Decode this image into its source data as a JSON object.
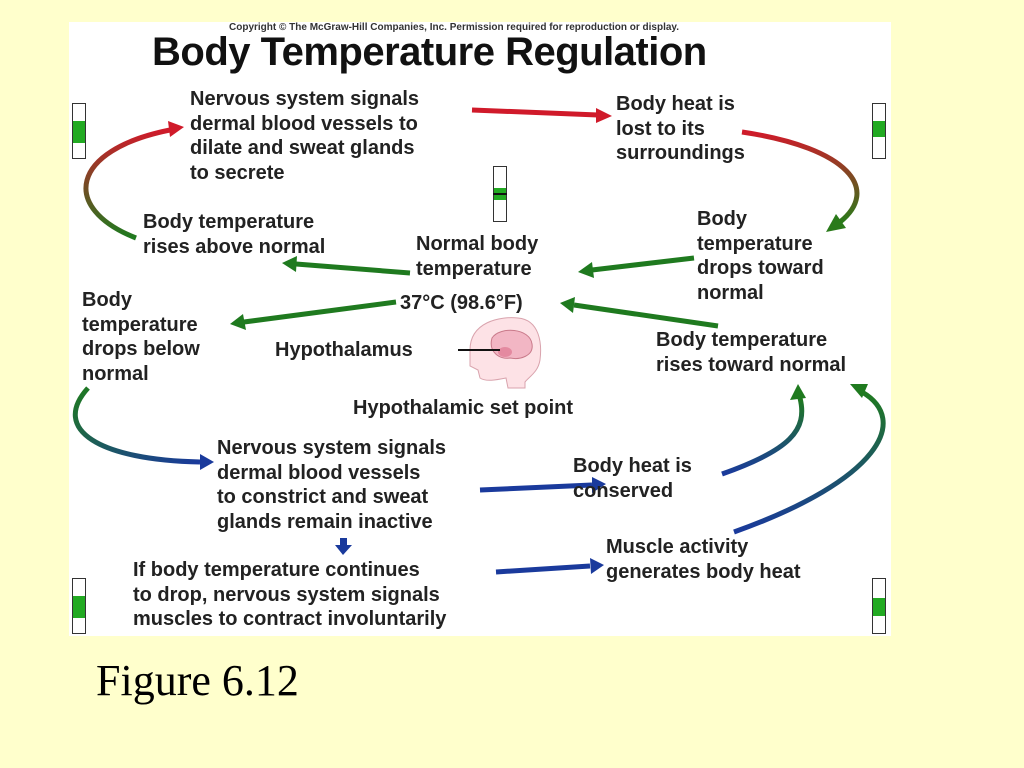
{
  "copyright": "Copyright © The McGraw-Hill Companies, Inc. Permission required for reproduction or display.",
  "title": "Body Temperature Regulation",
  "labels": {
    "nervous_dilate": "Nervous system signals\ndermal blood vessels to\ndilate and sweat glands\nto secrete",
    "heat_lost": "Body heat is\nlost to its\nsurroundings",
    "temp_rises_above": "Body temperature\nrises above normal",
    "normal_body_temp": "Normal body\ntemperature",
    "drops_toward": "Body\ntemperature\ndrops toward\nnormal",
    "setpoint_value": "37°C (98.6°F)",
    "drops_below": "Body\ntemperature\ndrops below\nnormal",
    "hypothalamus": "Hypothalamus",
    "rises_toward": "Body temperature\nrises toward normal",
    "set_point": "Hypothalamic set point",
    "nervous_constrict": "Nervous system signals\ndermal blood vessels\nto constrict and sweat\nglands remain inactive",
    "heat_conserved": "Body heat is\nconserved",
    "muscle_activity": "Muscle activity\ngenerates body heat",
    "continues_drop": "If body temperature continues\nto drop, nervous system signals\nmuscles to contract involuntarily"
  },
  "caption": "Figure 6.12",
  "colors": {
    "slide_background": "#ffffcc",
    "hot_arrow": "#d01a2a",
    "normal_arrow": "#1f7a1f",
    "cold_arrow": "#1a3a9c",
    "thermometer_fill": "#22aa22"
  }
}
